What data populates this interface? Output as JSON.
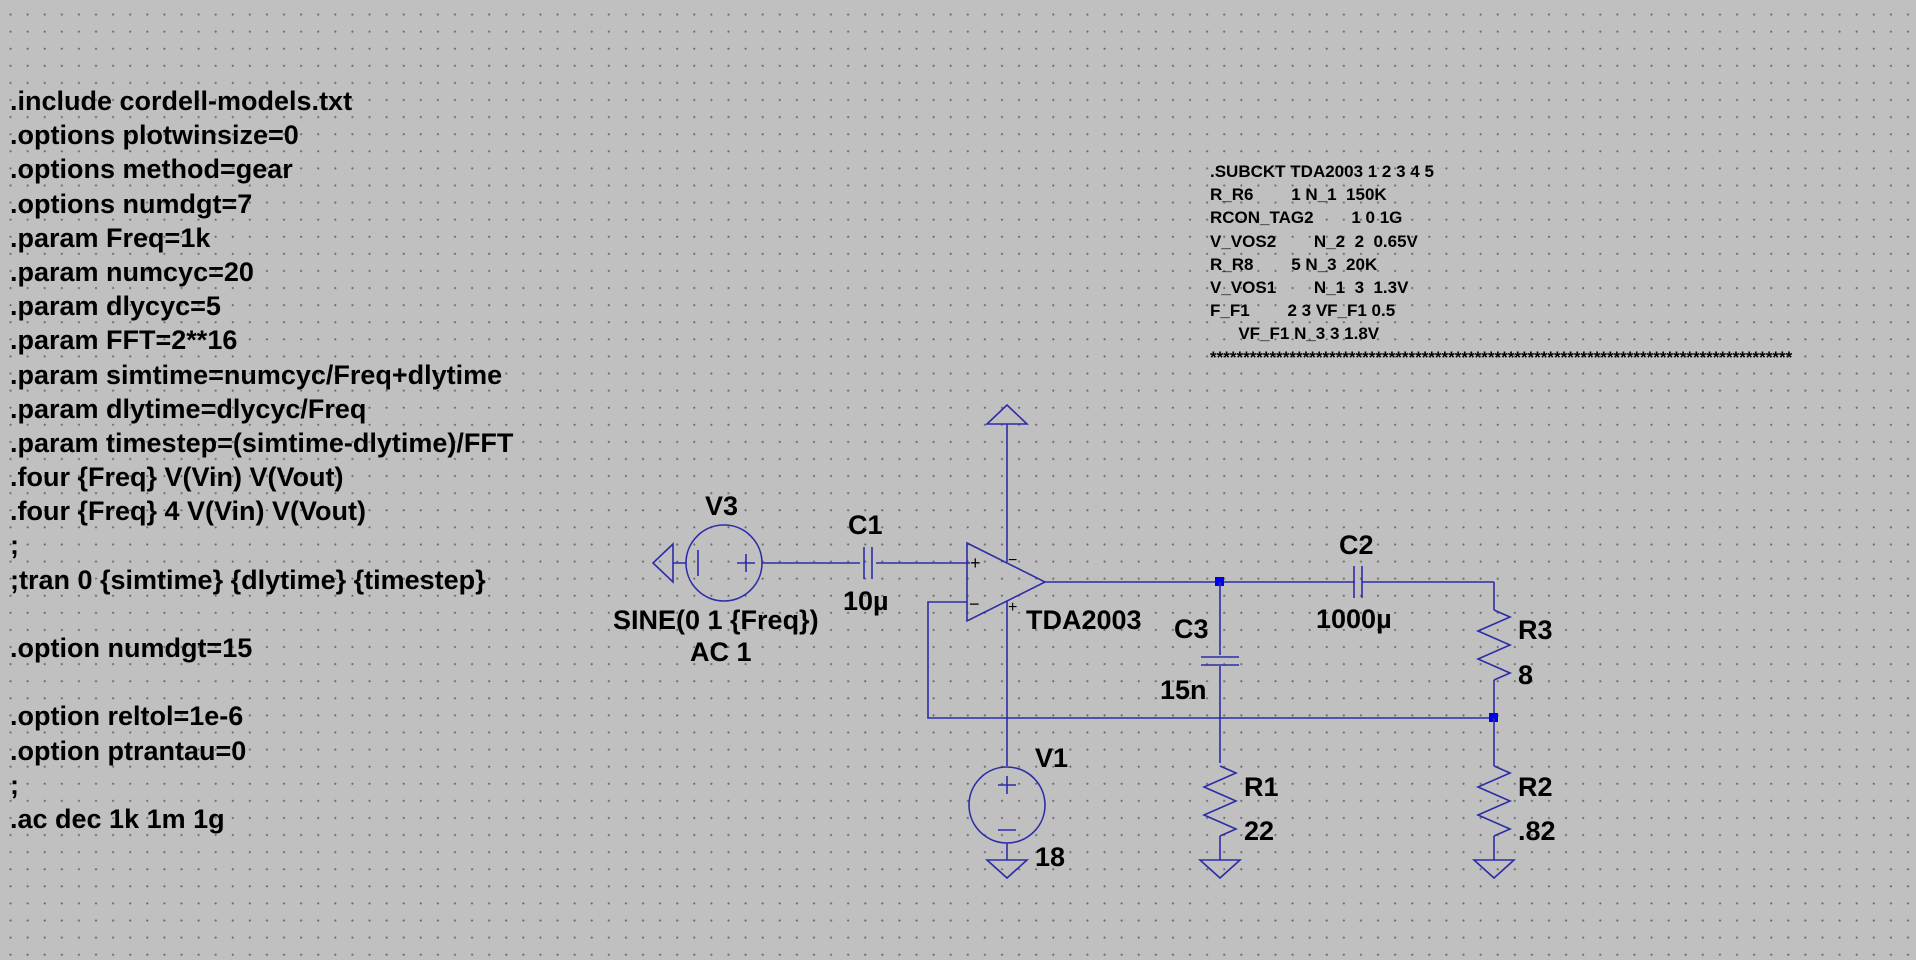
{
  "directives": [
    ".include cordell-models.txt",
    ".options plotwinsize=0",
    ".options method=gear",
    ".options numdgt=7",
    ".param Freq=1k",
    ".param numcyc=20",
    ".param dlycyc=5",
    ".param FFT=2**16",
    ".param simtime=numcyc/Freq+dlytime",
    ".param dlytime=dlycyc/Freq",
    ".param timestep=(simtime-dlytime)/FFT",
    ".four {Freq} V(Vin) V(Vout)",
    ".four {Freq} 4 V(Vin) V(Vout)",
    ";",
    ";tran 0 {simtime} {dlytime} {timestep}",
    "",
    ".option numdgt=15",
    "",
    ".option reltol=1e-6",
    ".option ptrantau=0",
    ";",
    ".ac dec 1k 1m 1g"
  ],
  "subckt": [
    ".SUBCKT TDA2003 1 2 3 4 5",
    "R_R6        1 N_1  150K",
    "RCON_TAG2        1 0 1G",
    "V_VOS2        N_2  2  0.65V",
    "R_R8        5 N_3  20K",
    "V_VOS1        N_1  3  1.3V",
    "F_F1        2 3 VF_F1 0.5",
    "      VF_F1 N_3 3 1.8V",
    "****************************************************************************************"
  ],
  "components": {
    "v3": {
      "name": "V3",
      "value_line1": "SINE(0 1 {Freq})",
      "value_line2": "AC 1"
    },
    "c1": {
      "name": "C1",
      "value": "10µ"
    },
    "u1": {
      "name": "TDA2003"
    },
    "c2": {
      "name": "C2",
      "value": "1000µ"
    },
    "c3": {
      "name": "C3",
      "value": "15n"
    },
    "r3": {
      "name": "R3",
      "value": "8"
    },
    "r1": {
      "name": "R1",
      "value": "22"
    },
    "r2": {
      "name": "R2",
      "value": ".82"
    },
    "v1": {
      "name": "V1",
      "value": "18"
    }
  },
  "opamp_pins": {
    "plus": "+",
    "minus": "−",
    "supply_minus": "−",
    "supply_plus": "+"
  },
  "colors": {
    "background": "#c0c0c0",
    "wire": "#2c2ca8",
    "junction": "#0000ee",
    "text": "#000000"
  }
}
